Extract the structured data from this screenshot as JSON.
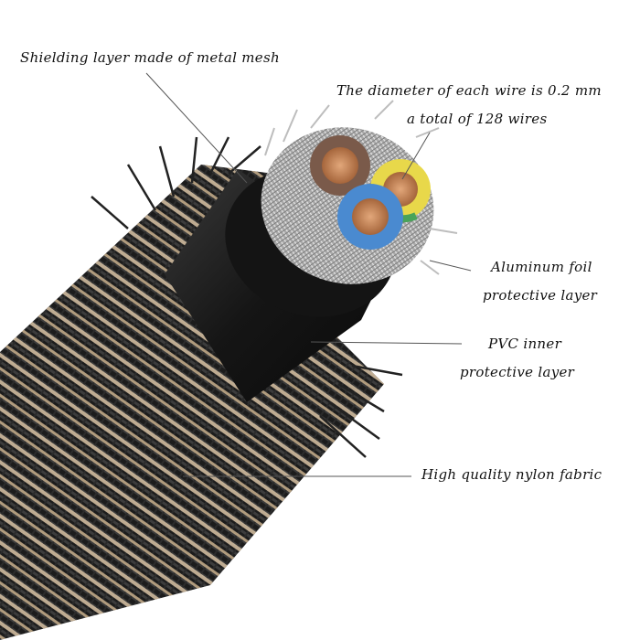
{
  "labels": {
    "shielding": "Shielding layer made of metal mesh",
    "diameter_line1": "The diameter of each wire is 0.2 mm",
    "diameter_line2": "a total of 128 wires",
    "aluminum_line1": "Aluminum foil",
    "aluminum_line2": "protective layer",
    "pvc_line1": "PVC inner",
    "pvc_line2": "protective layer",
    "nylon": "High quality nylon fabric"
  },
  "colors": {
    "background": "#ffffff",
    "text": "#111111",
    "leader_line": "#555555",
    "braid_dark": "#1c1c1c",
    "braid_beige": "#d9c3a5",
    "pvc_jacket": "#1a1a1a",
    "shield_mesh": "#b8b8b8",
    "wire_brown": "#7a5a4a",
    "wire_yellow": "#e8d84a",
    "wire_green": "#4aa35a",
    "wire_blue": "#4a8ad0",
    "copper": "#c98a5a"
  }
}
